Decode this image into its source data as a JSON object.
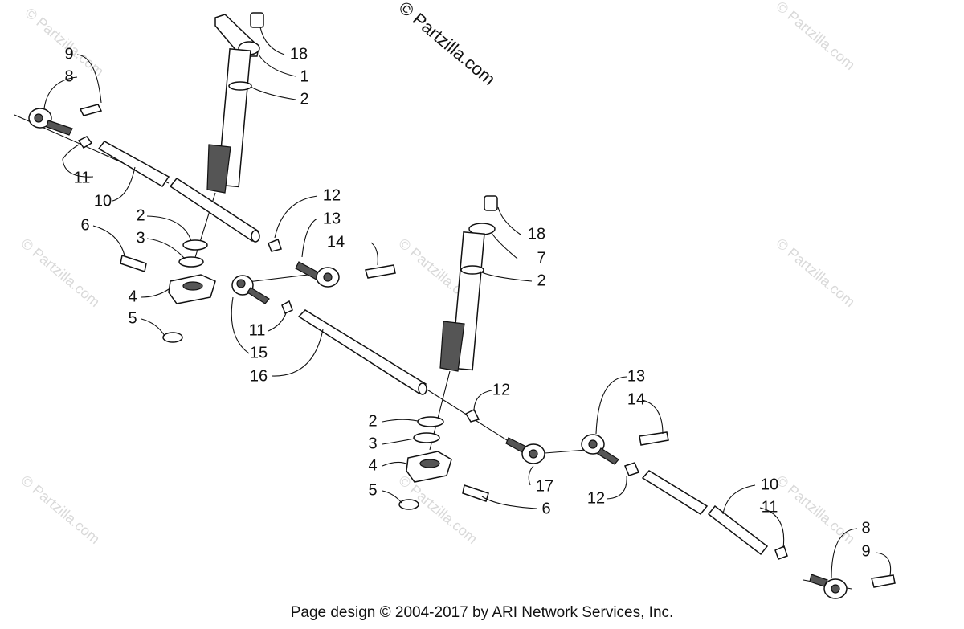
{
  "watermark": {
    "main": "© Partzilla.com",
    "faint": "© Partzilla.com"
  },
  "footer": "Page design © 2004-2017 by ARI Network Services, Inc.",
  "callouts": {
    "c9a": "9",
    "c8a": "8",
    "c18a": "18",
    "c1": "1",
    "c2a": "2",
    "c11a": "11",
    "c10a": "10",
    "c12a": "12",
    "c13a": "13",
    "c14a": "14",
    "c2b": "2",
    "c3a": "3",
    "c6a": "6",
    "c4a": "4",
    "c5a": "5",
    "c11b": "11",
    "c15": "15",
    "c16": "16",
    "c18b": "18",
    "c7": "7",
    "c2c": "2",
    "c12b": "12",
    "c13b": "13",
    "c14b": "14",
    "c2d": "2",
    "c3b": "3",
    "c4b": "4",
    "c5b": "5",
    "c17": "17",
    "c6b": "6",
    "c12c": "12",
    "c10b": "10",
    "c11c": "11",
    "c8b": "8",
    "c9b": "9"
  }
}
